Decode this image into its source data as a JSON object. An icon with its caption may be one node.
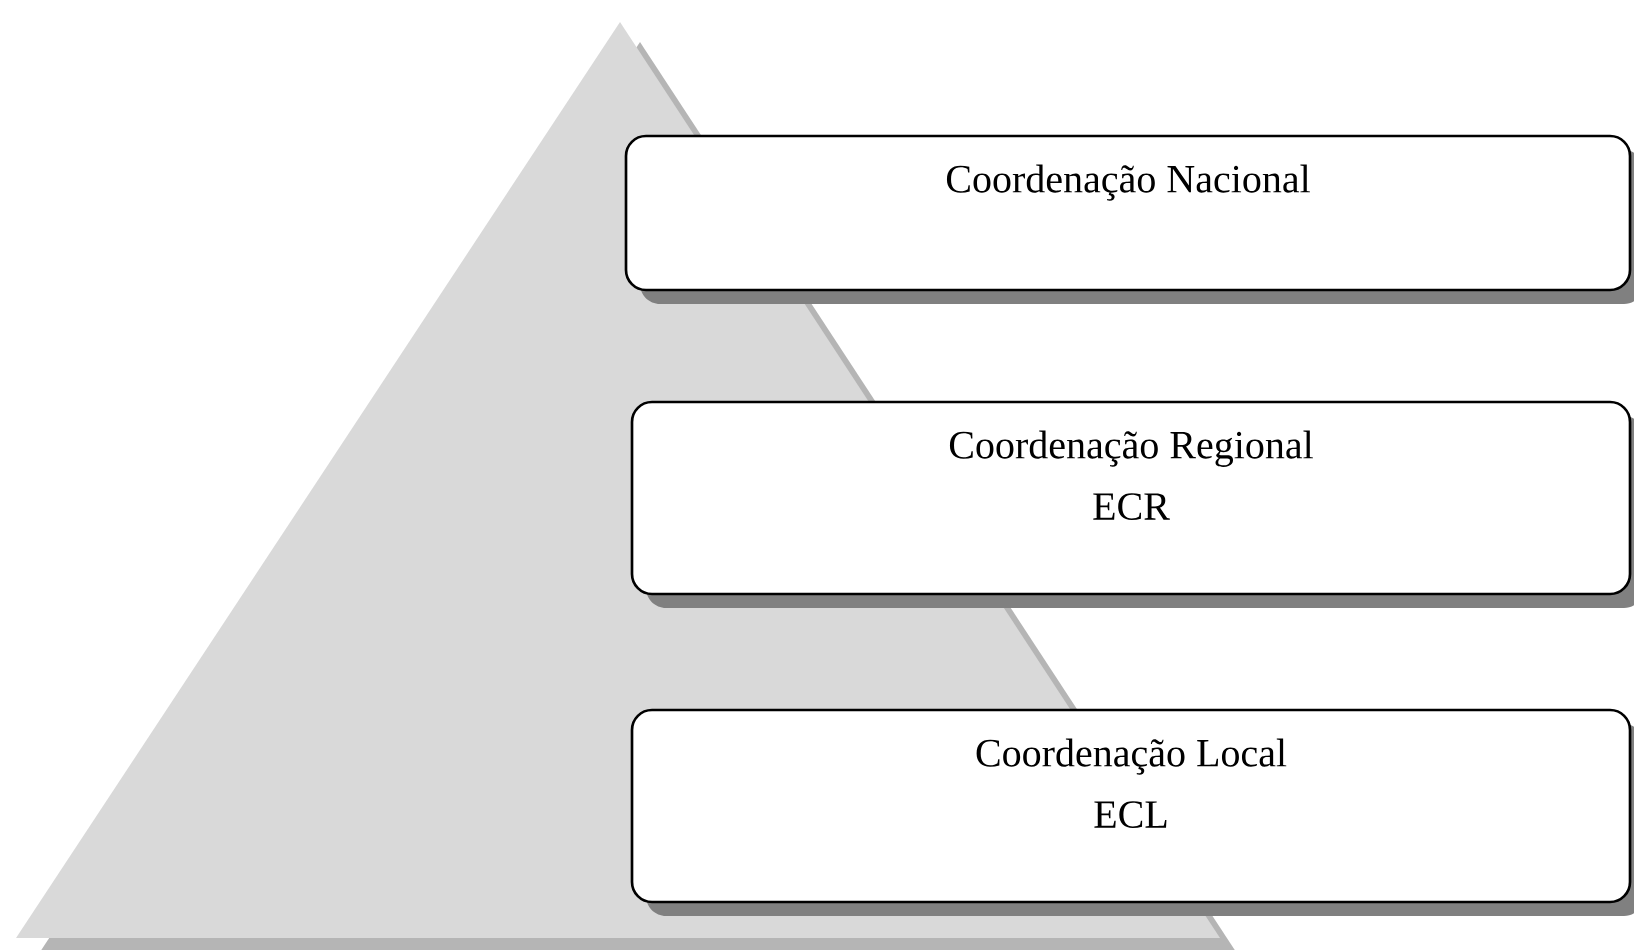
{
  "diagram": {
    "nodes": [
      {
        "text": [
          "Coordenação Nacional"
        ]
      },
      {
        "text": [
          "Coordenação Regional",
          "ECR"
        ]
      },
      {
        "text": [
          "Coordenação Local",
          "ECL"
        ]
      }
    ]
  }
}
